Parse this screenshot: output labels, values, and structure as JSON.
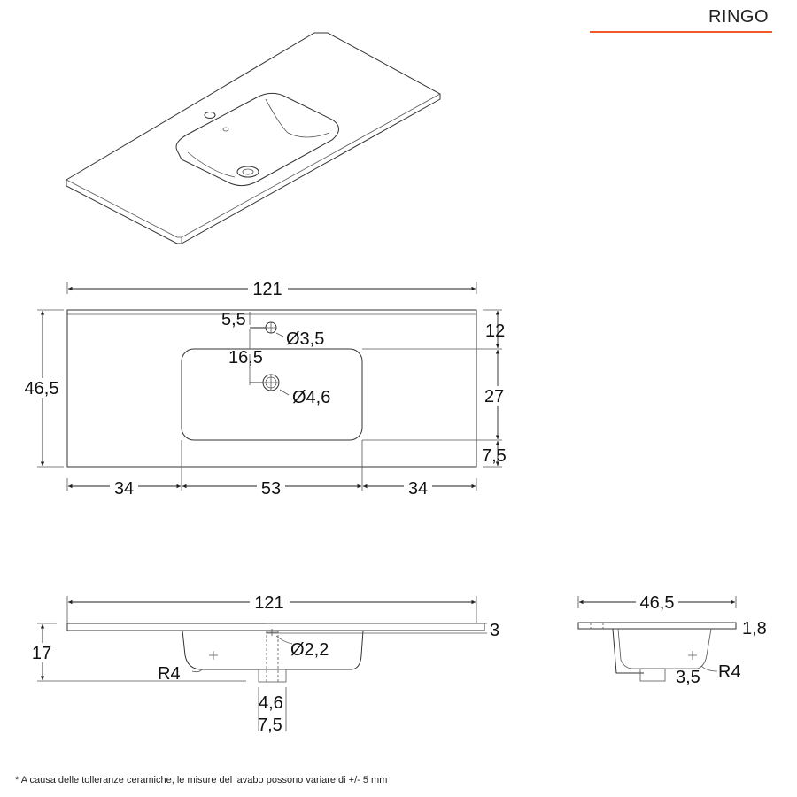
{
  "header": {
    "title": "RINGO",
    "accent_color": "#f05a28"
  },
  "top_view": {
    "width": "121",
    "depth": "46,5",
    "tap_offset": "5,5",
    "tap_hole": "Ø3,5",
    "drain_offset": "16,5",
    "drain_hole": "Ø4,6",
    "back_margin": "12",
    "basin_depth": "27",
    "front_margin": "7,5",
    "left_margin": "34",
    "basin_width": "53",
    "right_margin": "34"
  },
  "front_section": {
    "width": "121",
    "height": "17",
    "slab_thickness": "3",
    "overflow": "Ø2,2",
    "radius": "R4",
    "drain_inner": "4,6",
    "drain_outer": "7,5"
  },
  "side_section": {
    "depth": "46,5",
    "slab_thickness": "1,8",
    "radius": "R4",
    "bottom_offset": "3,5"
  },
  "footnote": "* A causa delle tolleranze ceramiche, le misure del lavabo possono variare di +/- 5 mm"
}
